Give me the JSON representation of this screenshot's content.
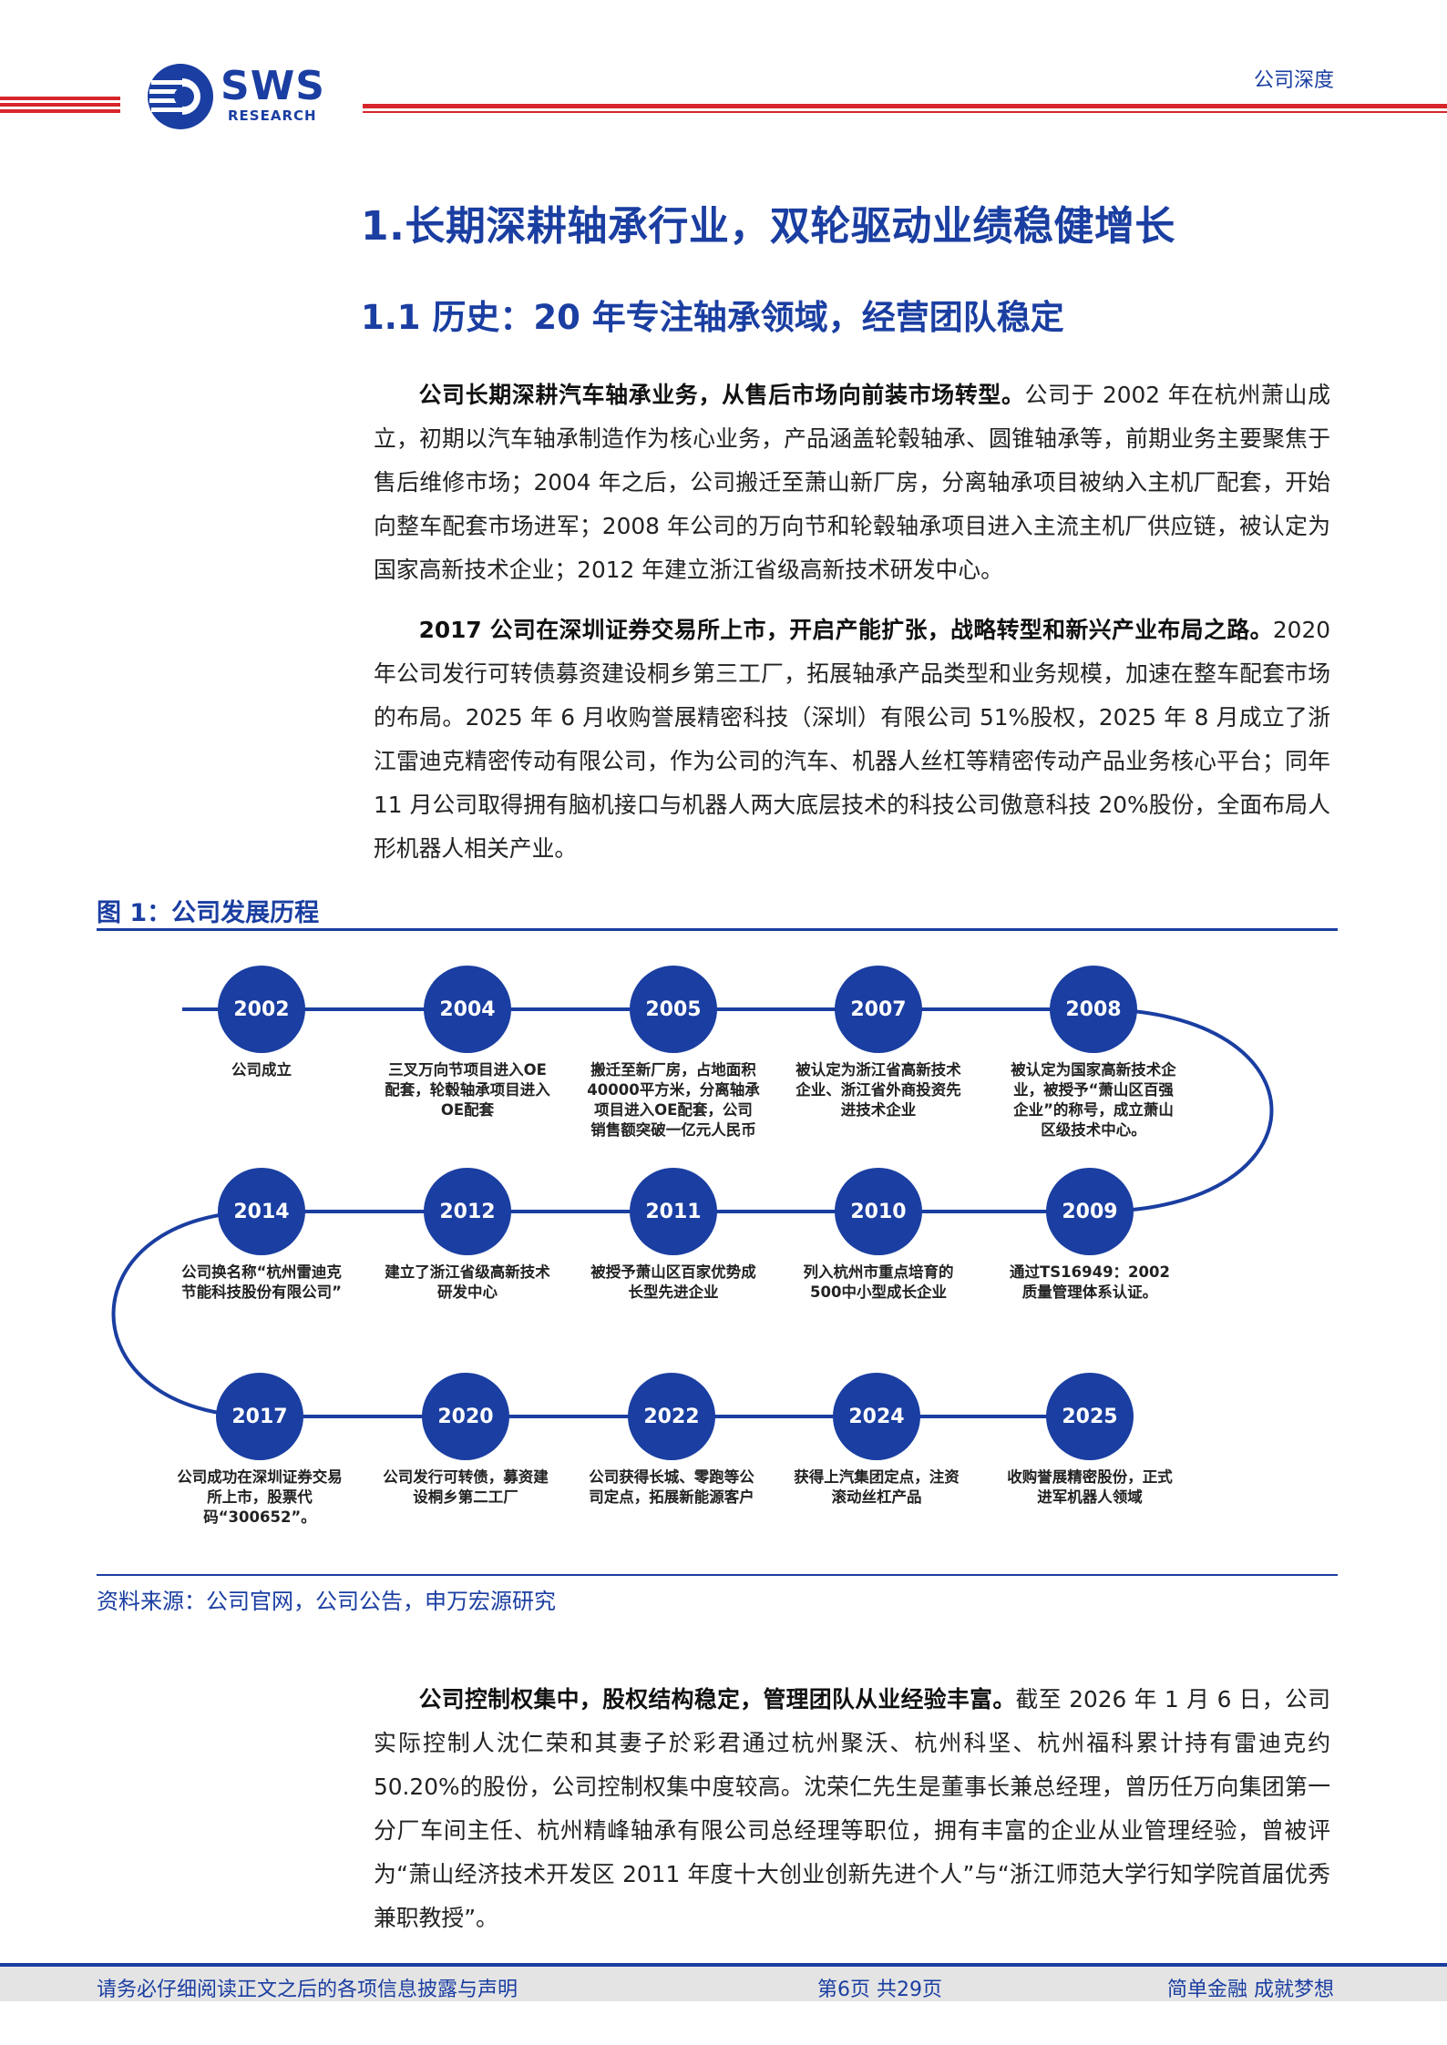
{
  "header": {
    "logo_text": "SWS",
    "logo_sub": "RESEARCH",
    "tag": "公司深度"
  },
  "headings": {
    "h1": "1.长期深耕轴承行业，双轮驱动业绩稳健增长",
    "h2": "1.1 历史：20 年专注轴承领域，经营团队稳定"
  },
  "paragraphs": [
    {
      "bold": "公司长期深耕汽车轴承业务，从售后市场向前装市场转型。",
      "text": "公司于 2002 年在杭州萧山成立，初期以汽车轴承制造作为核心业务，产品涵盖轮毂轴承、圆锥轴承等，前期业务主要聚焦于售后维修市场；2004 年之后，公司搬迁至萧山新厂房，分离轴承项目被纳入主机厂配套，开始向整车配套市场进军；2008 年公司的万向节和轮毂轴承项目进入主流主机厂供应链，被认定为国家高新技术企业；2012 年建立浙江省级高新技术研发中心。"
    },
    {
      "bold": "2017 公司在深圳证券交易所上市，开启产能扩张，战略转型和新兴产业布局之路。",
      "text": "2020 年公司发行可转债募资建设桐乡第三工厂，拓展轴承产品类型和业务规模，加速在整车配套市场的布局。2025 年 6 月收购誉展精密科技（深圳）有限公司 51%股权，2025 年 8 月成立了浙江雷迪克精密传动有限公司，作为公司的汽车、机器人丝杠等精密传动产品业务核心平台；同年 11 月公司取得拥有脑机接口与机器人两大底层技术的科技公司傲意科技 20%股份，全面布局人形机器人相关产业。"
    },
    {
      "bold": "公司控制权集中，股权结构稳定，管理团队从业经验丰富。",
      "text": "截至 2026 年 1 月 6 日，公司实际控制人沈仁荣和其妻子於彩君通过杭州聚沃、杭州科坚、杭州福科累计持有雷迪克约 50.20%的股份，公司控制权集中度较高。沈荣仁先生是董事长兼总经理，曾历任万向集团第一分厂车间主任、杭州精峰轴承有限公司总经理等职位，拥有丰富的企业从业管理经验，曾被评为“萧山经济技术开发区 2011 年度十大创业创新先进个人”与“浙江师范大学行知学院首届优秀兼职教授”。"
    }
  ],
  "figure": {
    "title": "图 1：公司发展历程",
    "source": "资料来源：公司官网，公司公告，申万宏源研究",
    "milestones": [
      {
        "year": "2002",
        "desc": "公司成立"
      },
      {
        "year": "2004",
        "desc": "三叉万向节项目进入OE配套，轮毂轴承项目进入OE配套"
      },
      {
        "year": "2005",
        "desc": "搬迁至新厂房，占地面积40000平方米，分离轴承项目进入OE配套，公司销售额突破一亿元人民币"
      },
      {
        "year": "2007",
        "desc": "被认定为浙江省高新技术企业、浙江省外商投资先进技术企业"
      },
      {
        "year": "2008",
        "desc": "被认定为国家高新技术企业，被授予“萧山区百强企业”的称号，成立萧山区级技术中心。"
      },
      {
        "year": "2009",
        "desc": "通过TS16949：2002质量管理体系认证。"
      },
      {
        "year": "2010",
        "desc": "列入杭州市重点培育的500中小型成长企业"
      },
      {
        "year": "2011",
        "desc": "被授予萧山区百家优势成长型先进企业"
      },
      {
        "year": "2012",
        "desc": "建立了浙江省级高新技术研发中心"
      },
      {
        "year": "2014",
        "desc": "公司换名称“杭州雷迪克节能科技股份有限公司”"
      },
      {
        "year": "2017",
        "desc": "公司成功在深圳证券交易所上市，股票代码“300652”。"
      },
      {
        "year": "2020",
        "desc": "公司发行可转债，募资建设桐乡第二工厂"
      },
      {
        "year": "2022",
        "desc": "公司获得长城、零跑等公司定点，拓展新能源客户"
      },
      {
        "year": "2024",
        "desc": "获得上汽集团定点，注资滚动丝杠产品"
      },
      {
        "year": "2025",
        "desc": "收购誉展精密股份，正式进军机器人领域"
      }
    ]
  },
  "footer": {
    "left": "请务必仔细阅读正文之后的各项信息披露与声明",
    "center": "第6页 共29页",
    "right": "简单金融 成就梦想"
  },
  "colors": {
    "brand_blue": "#1a3ea1",
    "accent_red": "#d7262b"
  }
}
